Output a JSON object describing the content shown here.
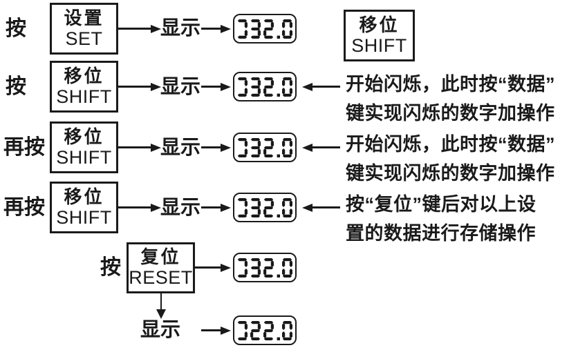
{
  "colors": {
    "ink": "#1a1a1a",
    "background": "#ffffff"
  },
  "rows": [
    {
      "action": "按",
      "key": {
        "cn": "设置",
        "en": "SET"
      },
      "middle": "显示",
      "display": "value_332"
    },
    {
      "action": "按",
      "key": {
        "cn": "移位",
        "en": "SHIFT"
      },
      "middle": "显示",
      "display": "value_332",
      "note": [
        "开始闪烁，此时按“数据”",
        "键实现闪烁的数字加操作"
      ]
    },
    {
      "action": "再按",
      "key": {
        "cn": "移位",
        "en": "SHIFT"
      },
      "middle": "显示",
      "display": "value_332",
      "note": [
        "开始闪烁，此时按“数据”",
        "键实现闪烁的数字加操作"
      ]
    },
    {
      "action": "再按",
      "key": {
        "cn": "移位",
        "en": "SHIFT"
      },
      "middle": "显示",
      "display": "value_332",
      "note": [
        "按“复位”键后对以上设",
        "置的数据进行存储操作"
      ]
    }
  ],
  "standalone_key": {
    "cn": "移位",
    "en": "SHIFT"
  },
  "reset_step": {
    "action": "按",
    "key": {
      "cn": "复位",
      "en": "RESET"
    },
    "display": "value_332"
  },
  "final_step": {
    "label": "显示",
    "display": "value_322"
  },
  "displays": {
    "value_332": {
      "value": "332.0",
      "glyphs": [
        "abcd",
        "abcdg",
        "abgde",
        "dp",
        "abcdef"
      ]
    },
    "value_322": {
      "value": "322.0",
      "glyphs": [
        "abcd",
        "abgde",
        "abgde",
        "dp",
        "abcdef"
      ]
    }
  }
}
